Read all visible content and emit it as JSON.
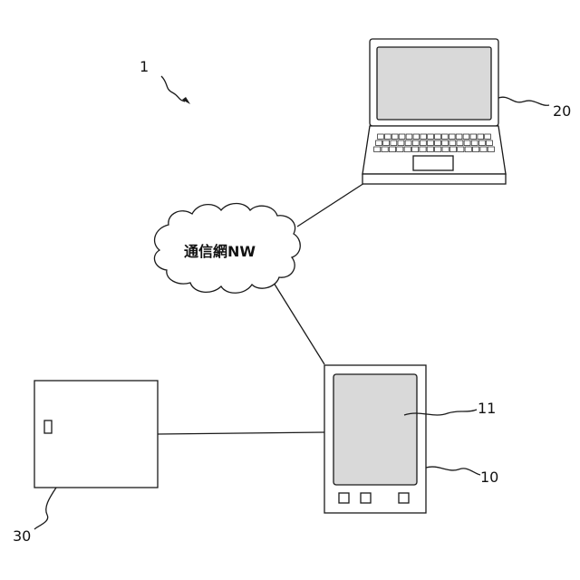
{
  "diagram": {
    "system_ref": "1",
    "network_label": "通信網NW",
    "laptop_ref": "20",
    "tablet_ref": "10",
    "tablet_screen_ref": "11",
    "box_ref": "30"
  }
}
